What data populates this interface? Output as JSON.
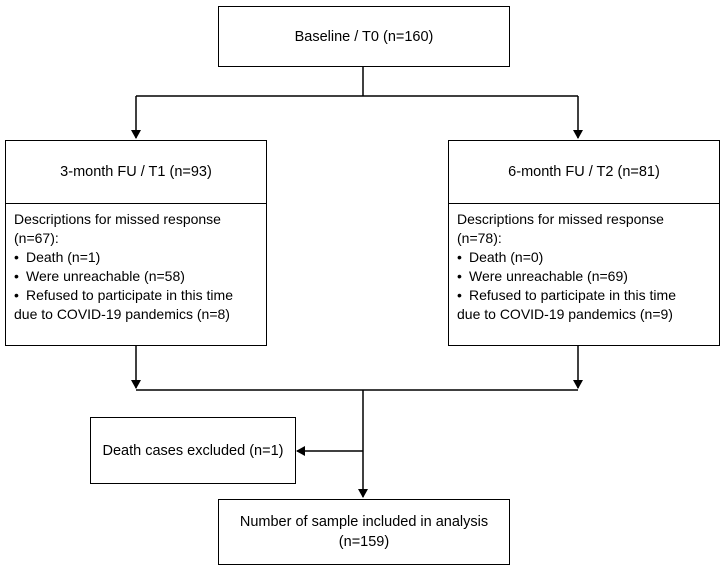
{
  "baseline": {
    "label": "Baseline / T0 (n=160)"
  },
  "t1": {
    "label": "3-month FU / T1 (n=93)",
    "missed_title": "Descriptions for missed response",
    "missed_count": "(n=67):",
    "items": [
      "Death (n=1)",
      "Were unreachable (n=58)",
      "Refused to participate in this time"
    ],
    "continuation": "due to COVID-19 pandemics (n=8)"
  },
  "t2": {
    "label": "6-month FU / T2 (n=81)",
    "missed_title": "Descriptions for missed response",
    "missed_count": "(n=78):",
    "items": [
      "Death (n=0)",
      "Were unreachable (n=69)",
      "Refused to participate in this time"
    ],
    "continuation": "due to COVID-19 pandemics (n=9)"
  },
  "excluded": {
    "label": "Death cases excluded (n=1)"
  },
  "final": {
    "line1": "Number of sample included in analysis",
    "line2": "(n=159)"
  },
  "bullet_glyph": "•"
}
